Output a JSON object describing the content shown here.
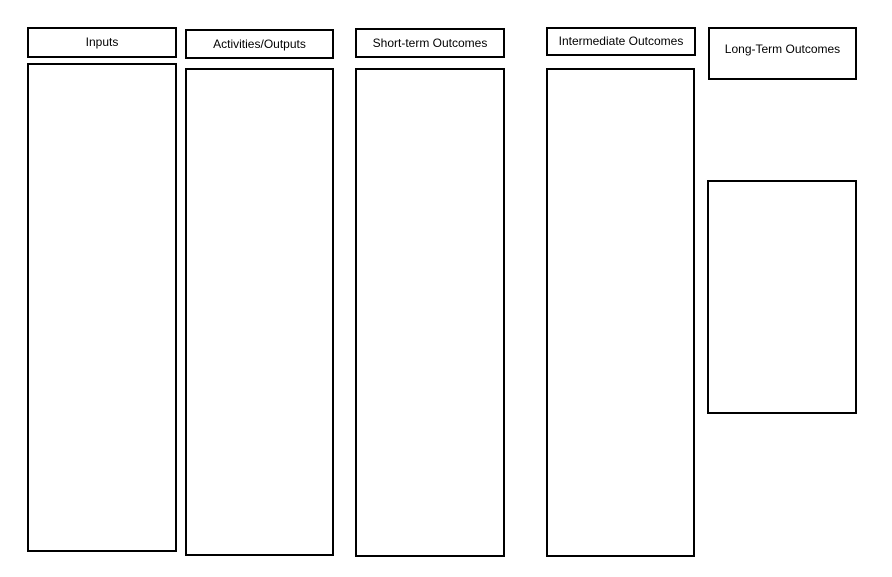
{
  "diagram": {
    "type": "logic-model-template",
    "colors": {
      "background": "#ffffff",
      "box_border": "#000000",
      "box_fill": "#ffffff",
      "text": "#000000"
    },
    "columns": [
      {
        "label": "Inputs"
      },
      {
        "label": "Activities/Outputs"
      },
      {
        "label": "Short-term Outcomes"
      },
      {
        "label": "Intermediate Outcomes"
      },
      {
        "label": "Long-Term Outcomes"
      }
    ],
    "body_boxes_content": [
      "",
      "",
      "",
      "",
      ""
    ]
  }
}
